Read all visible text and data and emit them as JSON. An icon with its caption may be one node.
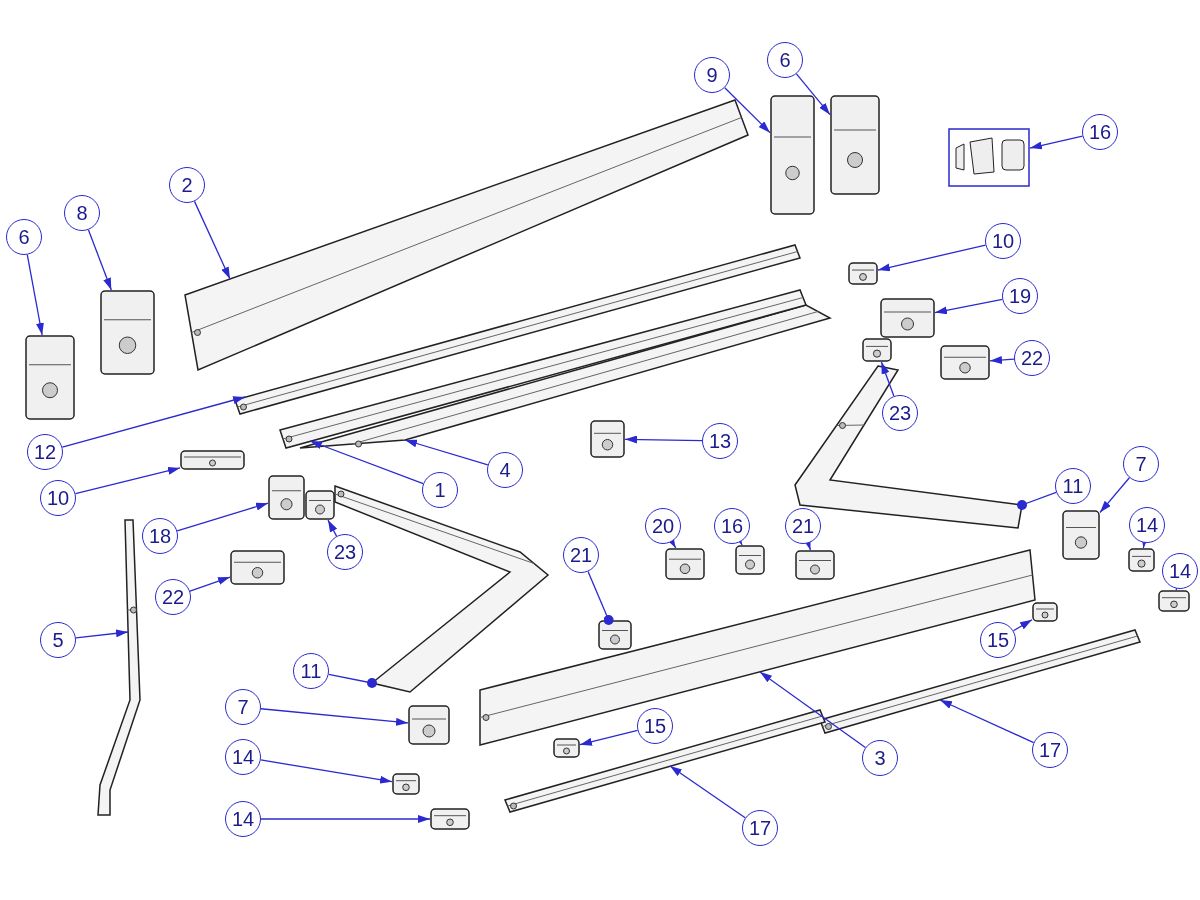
{
  "diagram": {
    "nodes": [
      {
        "text": [
          "9"
        ]
      },
      {
        "text": [],
        "shape": "picture"
      },
      {
        "text": [
          "6"
        ]
      },
      {
        "text": [],
        "shape": "picture"
      },
      {
        "text": [
          "16"
        ]
      },
      {
        "text": [],
        "shape": "box"
      },
      {
        "text": [
          "2"
        ]
      },
      {
        "text": [],
        "shape": "picture"
      },
      {
        "text": [
          "6"
        ]
      },
      {
        "text": [],
        "shape": "picture"
      },
      {
        "text": [
          "8"
        ]
      },
      {
        "text": [],
        "shape": "picture"
      },
      {
        "text": [
          "10"
        ]
      },
      {
        "text": [],
        "shape": "picture"
      },
      {
        "text": [
          "19"
        ]
      },
      {
        "text": [],
        "shape": "picture"
      },
      {
        "text": [
          "22"
        ]
      },
      {
        "text": [],
        "shape": "picture"
      },
      {
        "text": [
          "23"
        ]
      },
      {
        "text": [],
        "shape": "picture"
      },
      {
        "text": [
          "12"
        ]
      },
      {
        "text": [],
        "shape": "picture"
      },
      {
        "text": [
          "13"
        ]
      },
      {
        "text": [],
        "shape": "picture"
      },
      {
        "text": [
          "4"
        ]
      },
      {
        "text": [],
        "shape": "picture"
      },
      {
        "text": [
          "1"
        ]
      },
      {
        "text": [],
        "shape": "picture"
      },
      {
        "text": [
          "10"
        ]
      },
      {
        "text": [],
        "shape": "picture"
      },
      {
        "text": [
          "11"
        ]
      },
      {
        "text": [],
        "shape": "picture"
      },
      {
        "text": [
          "7"
        ]
      },
      {
        "text": [],
        "shape": "picture"
      },
      {
        "text": [
          "18"
        ]
      },
      {
        "text": [],
        "shape": "picture"
      },
      {
        "text": [
          "23"
        ]
      },
      {
        "text": [],
        "shape": "picture"
      },
      {
        "text": [
          "20"
        ]
      },
      {
        "text": [],
        "shape": "picture"
      },
      {
        "text": [
          "16"
        ]
      },
      {
        "text": [],
        "shape": "picture"
      },
      {
        "text": [
          "21"
        ]
      },
      {
        "text": [],
        "shape": "picture"
      },
      {
        "text": [
          "21"
        ]
      },
      {
        "text": [],
        "shape": "picture"
      },
      {
        "text": [
          "14"
        ]
      },
      {
        "text": [],
        "shape": "picture"
      },
      {
        "text": [
          "14"
        ]
      },
      {
        "text": [],
        "shape": "picture"
      },
      {
        "text": [
          "22"
        ]
      },
      {
        "text": [],
        "shape": "picture"
      },
      {
        "text": [
          "5"
        ]
      },
      {
        "text": [],
        "shape": "picture"
      },
      {
        "text": [
          "15"
        ]
      },
      {
        "text": [],
        "shape": "picture"
      },
      {
        "text": [
          "11"
        ]
      },
      {
        "text": [],
        "shape": "picture"
      },
      {
        "text": [
          "7"
        ]
      },
      {
        "text": [],
        "shape": "picture"
      },
      {
        "text": [
          "17"
        ]
      },
      {
        "text": [],
        "shape": "picture"
      },
      {
        "text": [
          "3"
        ]
      },
      {
        "text": [],
        "shape": "picture"
      },
      {
        "text": [
          "15"
        ]
      },
      {
        "text": [],
        "shape": "picture"
      },
      {
        "text": [
          "14"
        ]
      },
      {
        "text": [],
        "shape": "picture"
      },
      {
        "text": [
          "17"
        ]
      },
      {
        "text": [],
        "shape": "picture"
      },
      {
        "text": [
          "14"
        ]
      },
      {
        "text": [],
        "shape": "picture"
      }
    ],
    "edges": [
      {
        "from": 0,
        "to": 1,
        "arrow": "to"
      },
      {
        "from": 2,
        "to": 3,
        "arrow": "to"
      },
      {
        "from": 4,
        "to": 5,
        "arrow": "to"
      },
      {
        "from": 6,
        "to": 7,
        "arrow": "to"
      },
      {
        "from": 8,
        "to": 9,
        "arrow": "to"
      },
      {
        "from": 10,
        "to": 11,
        "arrow": "to"
      },
      {
        "from": 12,
        "to": 13,
        "arrow": "to"
      },
      {
        "from": 14,
        "to": 15,
        "arrow": "to"
      },
      {
        "from": 16,
        "to": 17,
        "arrow": "to"
      },
      {
        "from": 18,
        "to": 19,
        "arrow": "to"
      },
      {
        "from": 20,
        "to": 21,
        "arrow": "to"
      },
      {
        "from": 22,
        "to": 23,
        "arrow": "to"
      },
      {
        "from": 24,
        "to": 25,
        "arrow": "to"
      },
      {
        "from": 26,
        "to": 27,
        "arrow": "to"
      },
      {
        "from": 28,
        "to": 29,
        "arrow": "to"
      },
      {
        "from": 30,
        "to": 31,
        "arrow": "other"
      },
      {
        "from": 32,
        "to": 33,
        "arrow": "to"
      },
      {
        "from": 34,
        "to": 35,
        "arrow": "to"
      },
      {
        "from": 36,
        "to": 37,
        "arrow": "to"
      },
      {
        "from": 38,
        "to": 39,
        "arrow": "to"
      },
      {
        "from": 40,
        "to": 41,
        "arrow": "to"
      },
      {
        "from": 42,
        "to": 43,
        "arrow": "to"
      },
      {
        "from": 44,
        "to": 45,
        "arrow": "other"
      },
      {
        "from": 46,
        "to": 47,
        "arrow": "to"
      },
      {
        "from": 48,
        "to": 49,
        "arrow": "to"
      },
      {
        "from": 50,
        "to": 51,
        "arrow": "to"
      },
      {
        "from": 52,
        "to": 53,
        "arrow": "to"
      },
      {
        "from": 54,
        "to": 55,
        "arrow": "to"
      },
      {
        "from": 56,
        "to": 57,
        "arrow": "other"
      },
      {
        "from": 58,
        "to": 59,
        "arrow": "to"
      },
      {
        "from": 60,
        "to": 61,
        "arrow": "to"
      },
      {
        "from": 62,
        "to": 63,
        "arrow": "to"
      },
      {
        "from": 64,
        "to": 65,
        "arrow": "to"
      },
      {
        "from": 66,
        "to": 67,
        "arrow": "to"
      },
      {
        "from": 68,
        "to": 69,
        "arrow": "to"
      },
      {
        "from": 70,
        "to": 71,
        "arrow": "to"
      }
    ]
  }
}
